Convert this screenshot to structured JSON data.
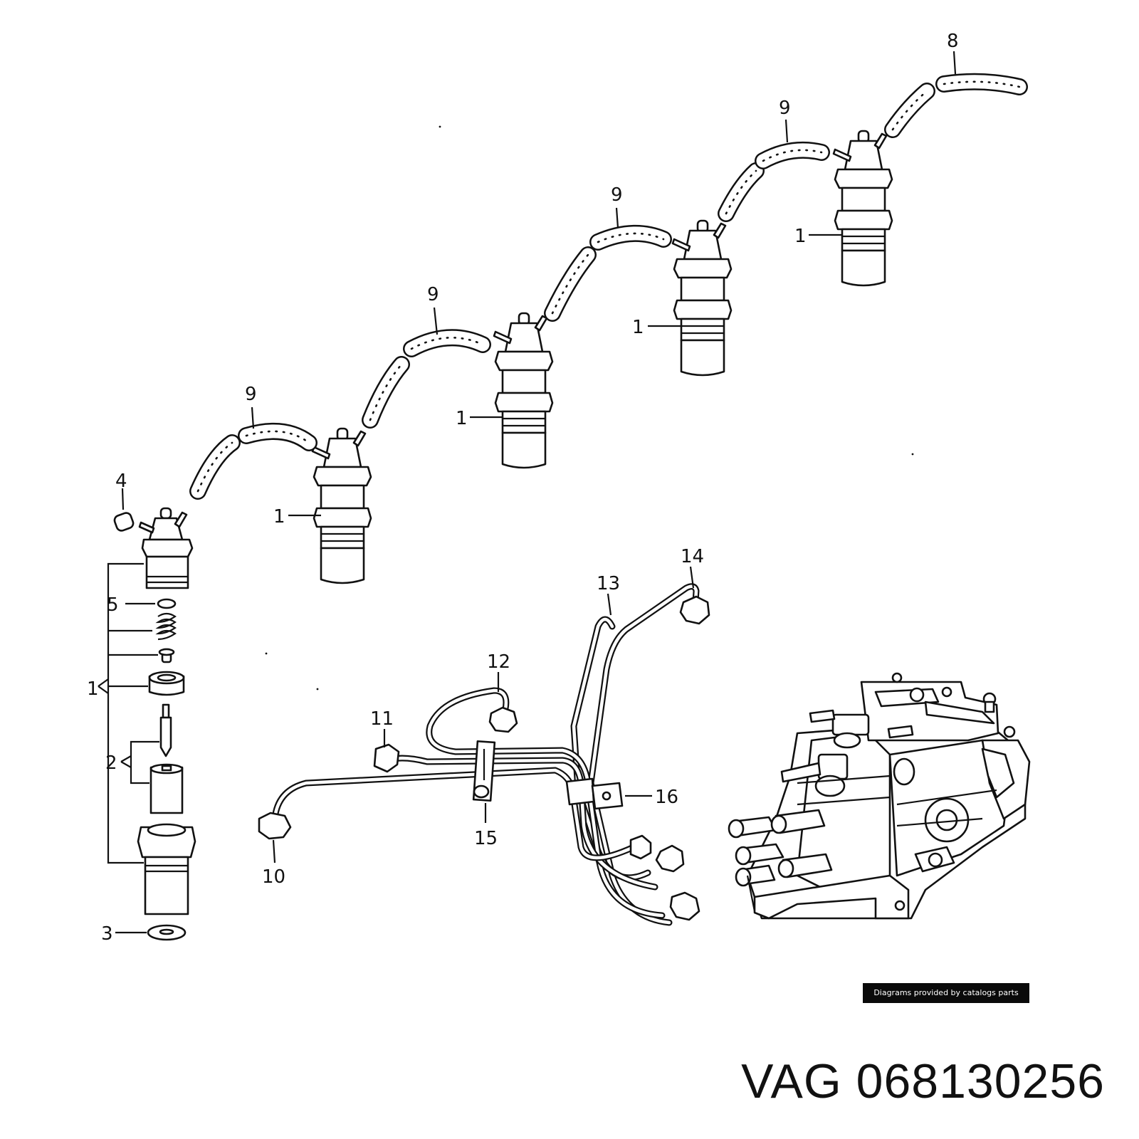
{
  "brand": "VAG",
  "part_number": "068130256",
  "credit": "Diagrams provided by catalogs parts",
  "callouts": {
    "injector": "1",
    "nozzle": "2",
    "heat_shield_washer": "3",
    "cap": "4",
    "shim": "5",
    "return_hose_end": "8",
    "return_hose": "9",
    "pipe_10": "10",
    "pipe_11": "11",
    "pipe_12": "12",
    "pipe_13": "13",
    "pipe_14": "14",
    "clip": "15",
    "bracket": "16"
  },
  "colors": {
    "line_art": "#111111",
    "badge_bg": "#0a0a0a",
    "badge_text": "#ffffff"
  }
}
